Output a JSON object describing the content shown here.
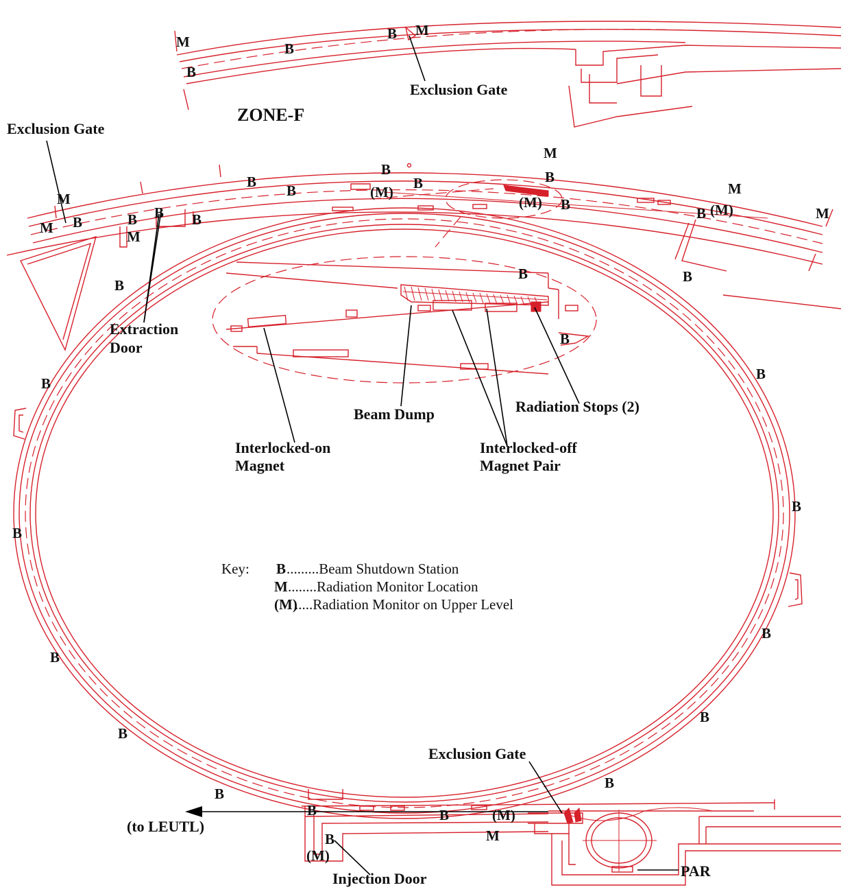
{
  "zone_label": "ZONE-F",
  "labels": {
    "exclusion_gate_top": "Exclusion Gate",
    "exclusion_gate_left": "Exclusion Gate",
    "exclusion_gate_bottom": "Exclusion Gate",
    "extraction_door_line1": "Extraction",
    "extraction_door_line2": "Door",
    "beam_dump": "Beam Dump",
    "radiation_stops": "Radiation Stops (2)",
    "interlocked_on_line1": "Interlocked-on",
    "interlocked_on_line2": "Magnet",
    "interlocked_off_line1": "Interlocked-off",
    "interlocked_off_line2": "Magnet Pair",
    "to_leutl": "(to LEUTL)",
    "injection_door": "Injection Door",
    "par": "PAR"
  },
  "key": {
    "title": "Key:",
    "rows": [
      {
        "symbol": "B",
        "text": ".........Beam Shutdown Station"
      },
      {
        "symbol": "M",
        "text": "........Radiation Monitor Location"
      },
      {
        "symbol": "(M)",
        "text": ".....Radiation Monitor on Upper Level"
      }
    ]
  },
  "markers": {
    "B": "B",
    "M": "M",
    "M_upper": "(M)"
  },
  "colors": {
    "structure": "#d6202a",
    "annotation": "#000000"
  }
}
